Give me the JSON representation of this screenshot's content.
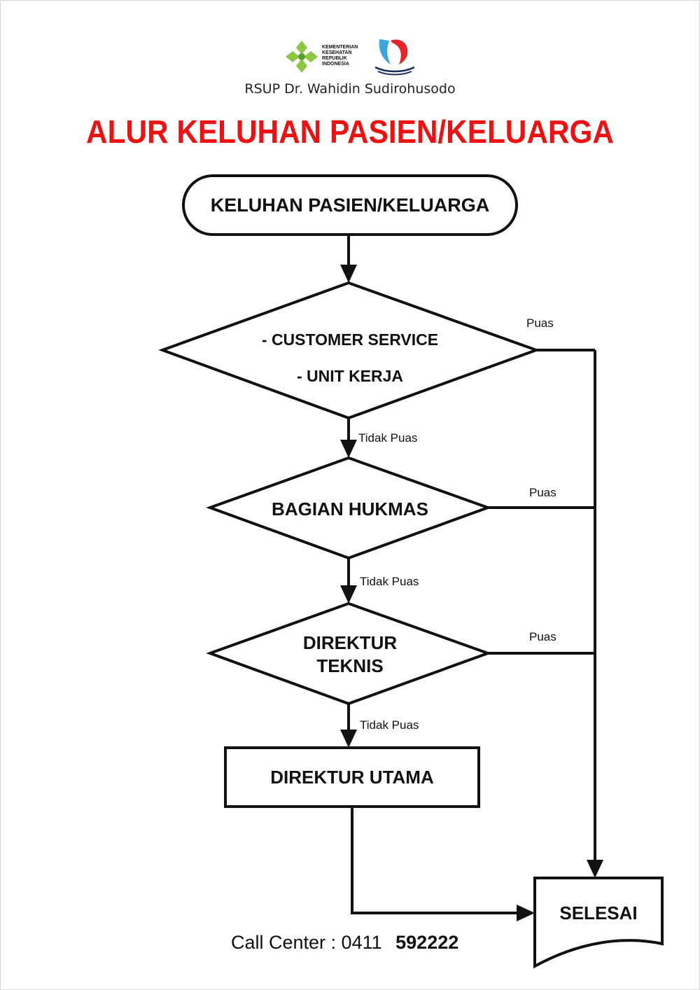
{
  "header": {
    "ministry_logo_text": [
      "KEMENTERIAN",
      "KESEHATAN",
      "REPUBLIK",
      "INDONESIA"
    ],
    "hospital_name": "RSUP Dr. Wahidin Sudirohusodo",
    "title": "ALUR KELUHAN PASIEN/KELUARGA"
  },
  "flow": {
    "start": "KELUHAN PASIEN/KELUARGA",
    "decision1": {
      "line1": "- CUSTOMER SERVICE",
      "line2": "- UNIT KERJA"
    },
    "decision2": "BAGIAN HUKMAS",
    "decision3": {
      "line1": "DIREKTUR",
      "line2": "TEKNIS"
    },
    "process": "DIREKTUR UTAMA",
    "end": "SELESAI",
    "labels": {
      "puas1": "Puas",
      "puas2": "Puas",
      "puas3": "Puas",
      "tidak1": "Tidak Puas",
      "tidak2": "Tidak Puas",
      "tidak3": "Tidak Puas"
    }
  },
  "footer": {
    "call_center_label": "Call Center : 0411",
    "call_center_number": "592222"
  },
  "colors": {
    "title_red": "#ee1111",
    "logo_green": "#8dc63f",
    "logo_blue": "#3aa6dd",
    "logo_red": "#e8232a",
    "line": "#111111"
  }
}
